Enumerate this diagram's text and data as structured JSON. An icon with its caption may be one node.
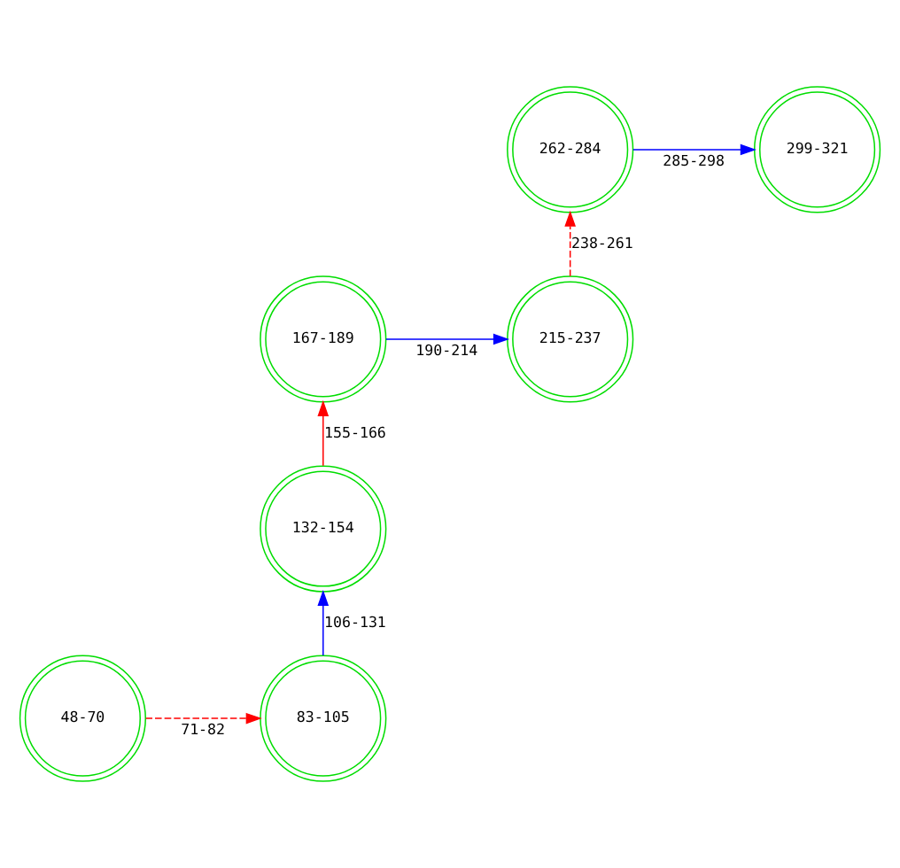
{
  "diagram": {
    "nodes": [
      {
        "text": [
          "48-70"
        ]
      },
      {
        "text": [
          "83-105"
        ]
      },
      {
        "text": [
          "132-154"
        ]
      },
      {
        "text": [
          "167-189"
        ]
      },
      {
        "text": [
          "215-237"
        ]
      },
      {
        "text": [
          "262-284"
        ]
      },
      {
        "text": [
          "299-321"
        ]
      }
    ],
    "edges": [
      {
        "from": 0,
        "to": 1,
        "arrow": "to",
        "label": "71-82",
        "style": "dashed",
        "color": "#ff0000"
      },
      {
        "from": 1,
        "to": 2,
        "arrow": "to",
        "label": "106-131",
        "color": "#0000ff"
      },
      {
        "from": 2,
        "to": 3,
        "arrow": "to",
        "label": "155-166",
        "color": "#ff0000"
      },
      {
        "from": 3,
        "to": 4,
        "arrow": "to",
        "label": "190-214",
        "color": "#0000ff"
      },
      {
        "from": 4,
        "to": 5,
        "arrow": "to",
        "label": "238-261",
        "style": "dashed",
        "color": "#ff0000"
      },
      {
        "from": 5,
        "to": 6,
        "arrow": "to",
        "label": "285-298",
        "color": "#0000ff"
      }
    ]
  }
}
